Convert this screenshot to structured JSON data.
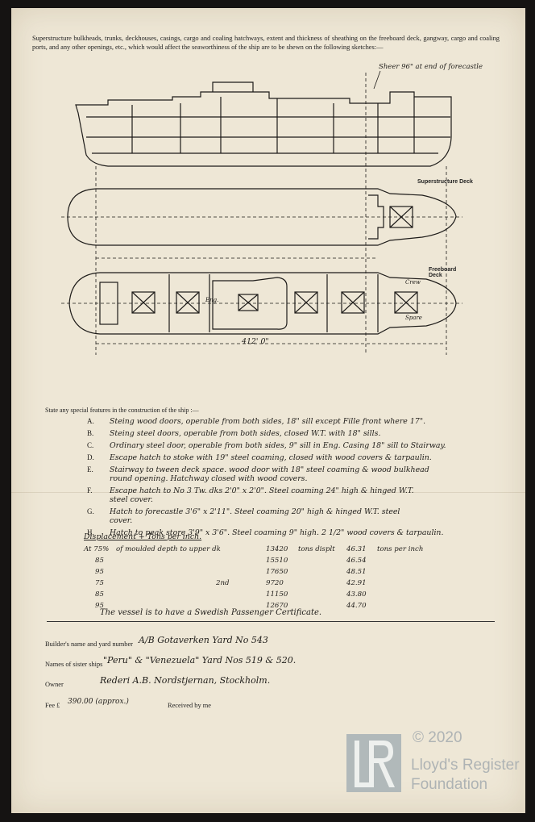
{
  "header_text": "Superstructure bulkheads, trunks, deckhouses, casings, cargo and coaling hatchways, extent and thickness of sheathing on the freeboard deck, gangway, cargo and coaling ports, and any other openings, etc., which would affect the seaworthiness of the ship are to be shewn on the following sketches:—",
  "sketch": {
    "note": "Sheer 96\" at end of forecastle",
    "superstructure_label": "Superstructure Deck",
    "freeboard_label": "Freeboard Deck",
    "length_label": "412' 0\"",
    "crew_label": "Crew",
    "spare_label": "Spare",
    "eng_label": "Eng."
  },
  "features": {
    "prompt": "State any special features in the construction of the ship :—",
    "items": [
      {
        "code": "A.",
        "text": "Steing wood doors, operable from both sides, 18\" sill except Fille front where 17\"."
      },
      {
        "code": "B.",
        "text": "Steing steel doors, operable from both sides, closed W.T. with 18\" sills."
      },
      {
        "code": "C.",
        "text": "Ordinary steel door, operable from both sides, 9\" sill in Eng. Casing 18\" sill to Stairway."
      },
      {
        "code": "D.",
        "text": "Escape hatch to stoke with 19\" steel coaming, closed with wood covers & tarpaulin."
      },
      {
        "code": "E.",
        "text": "Stairway to tween deck space. wood door with 18\" steel coaming & wood bulkhead"
      },
      {
        "code": "",
        "text": "round opening. Hatchway closed with wood covers."
      },
      {
        "code": "F.",
        "text": "Escape hatch to No 3 Tw. dks 2'0\" x 2'0\". Steel coaming 24\" high & hinged W.T."
      },
      {
        "code": "",
        "text": "steel cover."
      },
      {
        "code": "G.",
        "text": "Hatch to forecastle 3'6\" x 2'11\". Steel coaming 20\" high & hinged W.T. steel"
      },
      {
        "code": "",
        "text": "cover."
      },
      {
        "code": "H.",
        "text": "Hatch to peak store 3'9\" x 3'6\". Steel coaming 9\" high. 2 1/2\" wood covers & tarpaulin."
      }
    ]
  },
  "displacement": {
    "title": "Displacement + Tons per inch.",
    "rows": [
      {
        "pct": "At 75%",
        "desc": "of moulded depth to upper dk",
        "tons": "13420",
        "unit": "tons displt",
        "tpi": "46.31",
        "tpi_unit": "tons per inch"
      },
      {
        "pct": "85",
        "desc": "",
        "tons": "15510",
        "unit": "",
        "tpi": "46.54",
        "tpi_unit": ""
      },
      {
        "pct": "95",
        "desc": "",
        "tons": "17650",
        "unit": "",
        "tpi": "48.51",
        "tpi_unit": ""
      },
      {
        "pct": "75",
        "desc": "2nd",
        "tons": "9720",
        "unit": "",
        "tpi": "42.91",
        "tpi_unit": ""
      },
      {
        "pct": "85",
        "desc": "",
        "tons": "11150",
        "unit": "",
        "tpi": "43.80",
        "tpi_unit": ""
      },
      {
        "pct": "95",
        "desc": "",
        "tons": "12670",
        "unit": "",
        "tpi": "44.70",
        "tpi_unit": ""
      }
    ],
    "note": "The vessel is to have a Swedish Passenger Certificate."
  },
  "form": {
    "builder_label": "Builder's name and yard number",
    "builder_value": "A/B Gotaverken Yard No 543",
    "sister_label": "Names of sister ships",
    "sister_value": "\"Peru\" & \"Venezuela\" Yard Nos 519 & 520.",
    "owner_label": "Owner",
    "owner_value": "Rederi A.B. Nordstjernan, Stockholm.",
    "fee_label": "Fee £",
    "fee_value": "390.00 (approx.)",
    "received_label": "Received by me"
  },
  "watermark": {
    "copyright": "© 2020",
    "line1": "Lloyd's Register",
    "line2": "Foundation"
  }
}
